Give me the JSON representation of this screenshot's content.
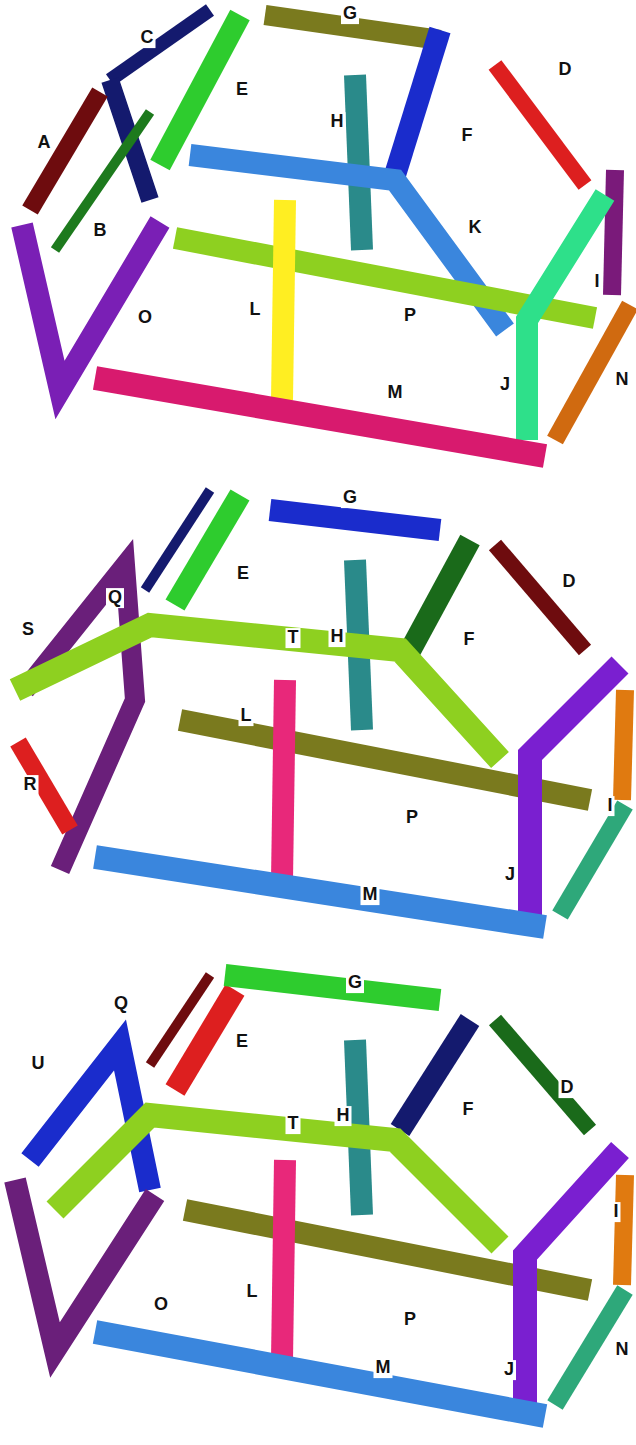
{
  "diagram": {
    "labels": [
      "C",
      "A",
      "E",
      "G",
      "H",
      "F",
      "D",
      "B",
      "K",
      "O",
      "L",
      "P",
      "I",
      "J",
      "N",
      "M",
      "Q",
      "G",
      "E",
      "S",
      "T",
      "H",
      "F",
      "D",
      "L",
      "P",
      "I",
      "R",
      "M",
      "J",
      "Q",
      "G",
      "E",
      "U",
      "T",
      "H",
      "D",
      "F",
      "I",
      "O",
      "L",
      "P",
      "J",
      "N",
      "M"
    ]
  }
}
